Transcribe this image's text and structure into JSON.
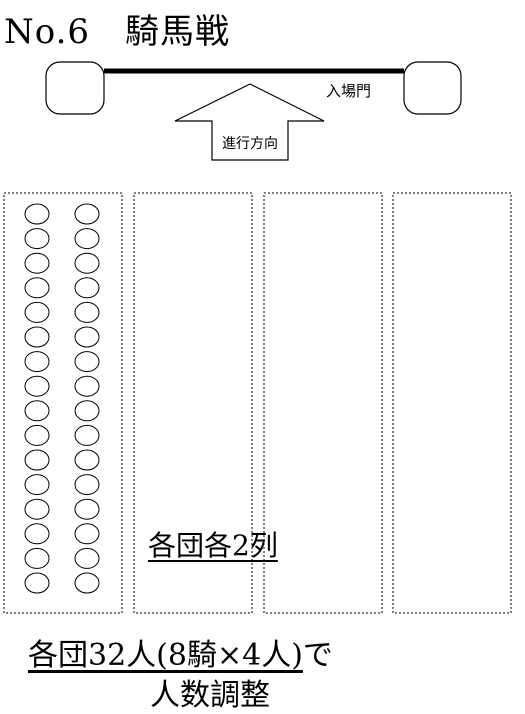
{
  "title": "No.6　騎馬戦",
  "entrance_label": "入場門",
  "direction_label": "進行方向",
  "rows_note": "各団各2列",
  "footer": {
    "line1_underlined": "各団32人(8騎×4人)",
    "line1_rest": "で",
    "line2": "人数調整"
  },
  "layout_model": {
    "team_areas": 4,
    "filled_area_index": 0,
    "columns_per_team": 2,
    "circles_per_column": 16
  },
  "colors": {
    "line": "#000000",
    "background": "#ffffff"
  }
}
